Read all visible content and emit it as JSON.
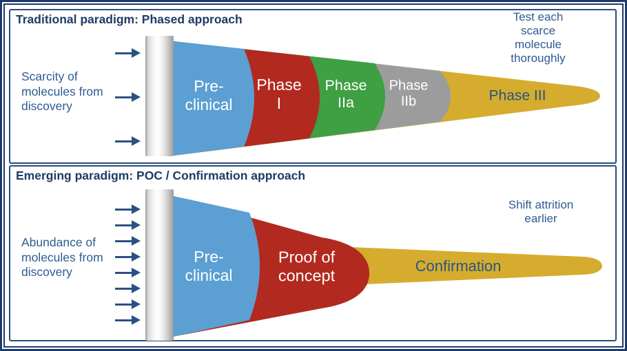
{
  "panels": [
    {
      "title": "Traditional paradigm: Phased approach",
      "side_label": "Scarcity of\nmolecules from\ndiscovery",
      "annotation": "Test each scarce\nmolecule thoroughly",
      "arrow_count": 3,
      "segments": [
        {
          "name": "pre-clinical",
          "label": "Pre-\nclinical",
          "color": "#5B9FD3",
          "label_color": "#FFFFFF"
        },
        {
          "name": "phase-1",
          "label": "Phase\nI",
          "color": "#B2291F",
          "label_color": "#FFFFFF"
        },
        {
          "name": "phase-2a",
          "label": "Phase\nIIa",
          "color": "#3F9F43",
          "label_color": "#FFFFFF"
        },
        {
          "name": "phase-2b",
          "label": "Phase\nIIb",
          "color": "#9C9C9C",
          "label_color": "#FFFFFF"
        },
        {
          "name": "phase-3",
          "label": "Phase III",
          "color": "#D5AC2E",
          "label_color": "#2A5580"
        }
      ]
    },
    {
      "title": "Emerging paradigm: POC / Confirmation approach",
      "side_label": "Abundance of\nmolecules from\ndiscovery",
      "annotation": "Shift attrition earlier",
      "arrow_count": 8,
      "segments": [
        {
          "name": "pre-clinical",
          "label": "Pre-\nclinical",
          "color": "#5B9FD3",
          "label_color": "#FFFFFF"
        },
        {
          "name": "proof-of-concept",
          "label": "Proof of\nconcept",
          "color": "#B2291F",
          "label_color": "#FFFFFF"
        },
        {
          "name": "confirmation",
          "label": "Confirmation",
          "color": "#D5AC2E",
          "label_color": "#2A5580"
        }
      ]
    }
  ],
  "colors": {
    "frame_navy": "#1E3A69",
    "panel_border": "#2A4B7C",
    "title_text": "#1F3B66",
    "body_text": "#2F5B93",
    "arrow": "#2A5183",
    "pillar_gray": "#C6C6C6"
  }
}
